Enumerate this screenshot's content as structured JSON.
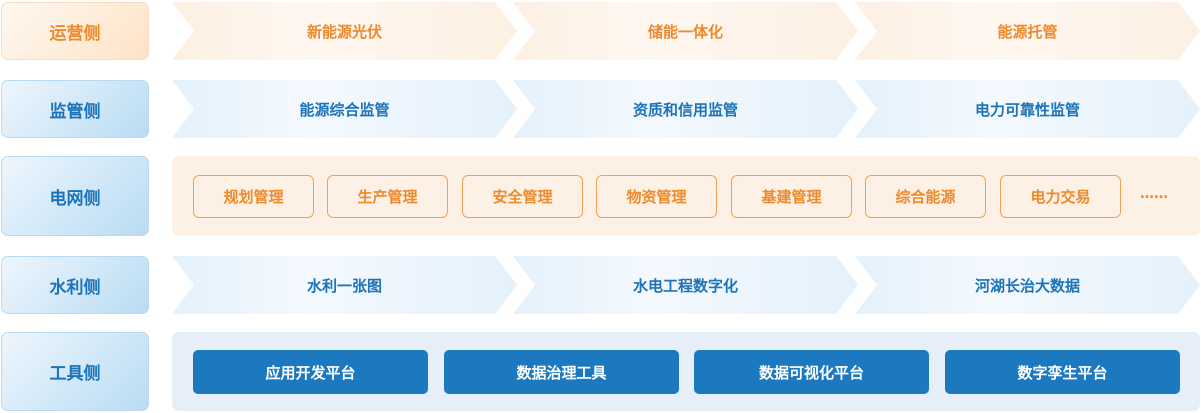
{
  "rows": [
    {
      "label": "运营侧",
      "items": [
        "新能源光伏",
        "储能一体化",
        "能源托管"
      ]
    },
    {
      "label": "监管侧",
      "items": [
        "能源综合监管",
        "资质和信用监管",
        "电力可靠性监管"
      ]
    },
    {
      "label": "电网侧",
      "items": [
        "规划管理",
        "生产管理",
        "安全管理",
        "物资管理",
        "基建管理",
        "综合能源",
        "电力交易"
      ],
      "more": "……"
    },
    {
      "label": "水利侧",
      "items": [
        "水利一张图",
        "水电工程数字化",
        "河湖长治大数据"
      ]
    },
    {
      "label": "工具侧",
      "items": [
        "应用开发平台",
        "数据治理工具",
        "数据可视化平台",
        "数字孪生平台"
      ]
    }
  ],
  "colors": {
    "orange": "#ef8a2c",
    "blue": "#1c73b9",
    "tool_button": "#1c79bf"
  }
}
